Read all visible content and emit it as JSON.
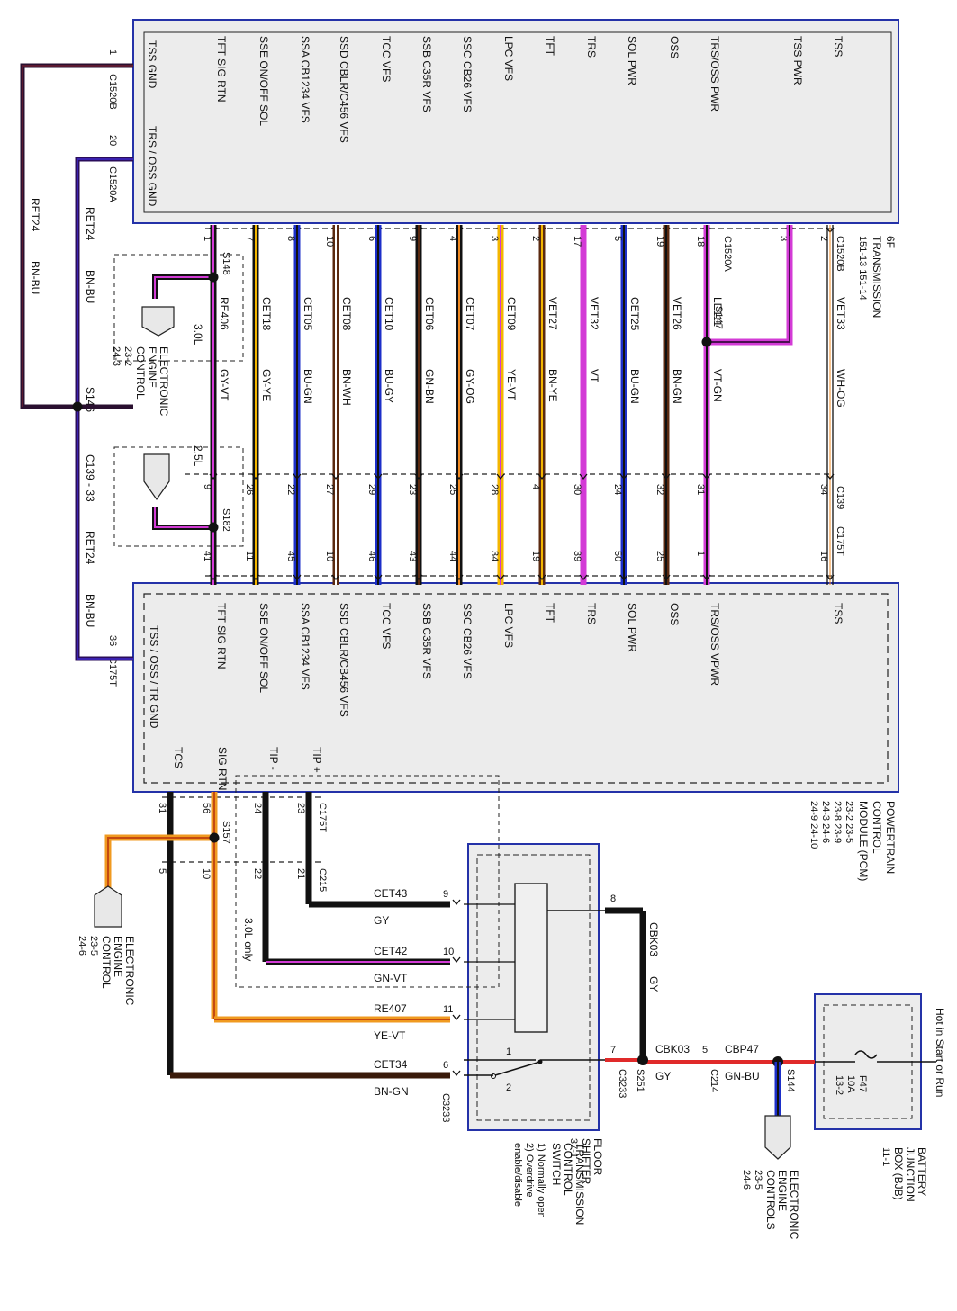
{
  "colors": {
    "BK": "#111111",
    "BU": "#1c2fc9",
    "BN": "#5b2a10",
    "GN": "#111111",
    "VT": "#d33bd6",
    "YE": "#f3b600",
    "GY": "#111111",
    "WH": "#ffffff",
    "RD": "#e02a2a",
    "OG": "#f08a22",
    "box_border": "#2432a8",
    "module_fill": "#ececec"
  },
  "transmission": {
    "title": "6F TRANSMISSION",
    "refs": [
      "151-13",
      "151-14"
    ],
    "side_pins": [
      {
        "pin": "1",
        "conn": "C1520B",
        "label": "TSS GND"
      },
      {
        "pin": "20",
        "conn": "C1520A",
        "label": "TRS / OSS GND"
      }
    ]
  },
  "pcm": {
    "title": "POWERTRAIN CONTROL MODULE (PCM)",
    "refs": [
      "23-2 23-5",
      "23-8 23-9",
      "24-3 24-6",
      "24-9 24-10"
    ],
    "side_pin": {
      "pin": "36",
      "conn": "C175T",
      "label": "TSS / OSS / TR GND"
    },
    "lower_pins": [
      {
        "label": "TCS",
        "pin": "31"
      },
      {
        "label": "SIG RTN",
        "pin": "56"
      },
      {
        "label": "TIP -",
        "pin": "24"
      },
      {
        "label": "TIP +",
        "pin": "23",
        "conn": "C175T"
      }
    ]
  },
  "connectors": {
    "trans_a": "C1520A",
    "trans_b": "C1520B",
    "c139": "C139",
    "c175t": "C175T",
    "c139_33": "C139 - 33",
    "c215": "C215",
    "c3233": "C3233",
    "c214": "C214"
  },
  "circuits": [
    {
      "top": "TFT SIG RTN",
      "bottom": "TFT SIG RTN",
      "p1": "1",
      "p2": "9",
      "p3": "41",
      "circuit": "RE406",
      "color": "GY-VT"
    },
    {
      "top": "SSE ON/OFF SOL",
      "bottom": "SSE ON/OFF SOL",
      "p1": "7",
      "p2": "26",
      "p3": "11",
      "circuit": "CET18",
      "color": "GY-YE"
    },
    {
      "top": "SSA CB1234 VFS",
      "bottom": "SSA CB1234 VFS",
      "p1": "8",
      "p2": "22",
      "p3": "45",
      "circuit": "CET05",
      "color": "BU-GN"
    },
    {
      "top": "SSD CBLR/C456 VFS",
      "bottom": "SSD CBLR/CB456 VFS",
      "p1": "10",
      "p2": "27",
      "p3": "10",
      "circuit": "CET08",
      "color": "BN-WH"
    },
    {
      "top": "TCC VFS",
      "bottom": "TCC VFS",
      "p1": "6",
      "p2": "29",
      "p3": "46",
      "circuit": "CET10",
      "color": "BU-GY"
    },
    {
      "top": "SSB C35R VFS",
      "bottom": "SSB C35R VFS",
      "p1": "9",
      "p2": "23",
      "p3": "43",
      "circuit": "CET06",
      "color": "GN-BN"
    },
    {
      "top": "SSC CB26 VFS",
      "bottom": "SSC CB26 VFS",
      "p1": "4",
      "p2": "25",
      "p3": "44",
      "circuit": "CET07",
      "color": "GY-OG"
    },
    {
      "top": "LPC VFS",
      "bottom": "LPC VFS",
      "p1": "3",
      "p2": "28",
      "p3": "34",
      "circuit": "CET09",
      "color": "YE-VT"
    },
    {
      "top": "TFT",
      "bottom": "TFT",
      "p1": "2",
      "p2": "4",
      "p3": "19",
      "circuit": "VET27",
      "color": "BN-YE"
    },
    {
      "top": "TRS",
      "bottom": "TRS",
      "p1": "17",
      "p2": "30",
      "p3": "39",
      "circuit": "VET32",
      "color": "VT"
    },
    {
      "top": "SOL PWR",
      "bottom": "SOL PWR",
      "p1": "5",
      "p2": "24",
      "p3": "50",
      "circuit": "CET25",
      "color": "BU-GN"
    },
    {
      "top": "OSS",
      "bottom": "OSS",
      "p1": "19",
      "p2": "32",
      "p3": "25",
      "circuit": "VET26",
      "color": "BN-GN"
    },
    {
      "top": "TRS/OSS PWR",
      "bottom": "TRS/OSS VPWR",
      "p1": "18",
      "p2": "31",
      "p3": "1",
      "circuit": "LE111",
      "color": "VT-GN"
    },
    {
      "top": "TSS PWR",
      "bottom": "",
      "p1": "3",
      "p2": "",
      "p3": "",
      "circuit": "",
      "color": ""
    },
    {
      "top": "TSS",
      "bottom": "TSS",
      "p1": "2",
      "p2": "34",
      "p3": "16",
      "circuit": "VET33",
      "color": "WH-OG"
    }
  ],
  "ground": {
    "circuit": "RET24",
    "color": "BN-BU",
    "splice": "S146",
    "circuit_b": "RET24",
    "color_b": "BN-BU",
    "circuit_c": "RET24",
    "color_c": "BN-BU"
  },
  "splices": {
    "s147": "S147",
    "s148": "S148",
    "s182": "S182",
    "s157": "S157",
    "s251": "S251",
    "s144": "S144"
  },
  "engine_notes": {
    "l30": "3.0L",
    "l25": "2.5L",
    "only": "3.0L only"
  },
  "ec_top": {
    "label": "ELECTRONIC ENGINE CONTROL",
    "refs": [
      "23-2",
      "24-3"
    ]
  },
  "ec_left": {
    "label": "ELECTRONIC ENGINE CONTROL",
    "refs": [
      "23-5",
      "24-6"
    ]
  },
  "ec_bottom": {
    "label": "ELECTRONIC ENGINE CONTROLS",
    "refs": [
      "23-5",
      "24-6"
    ]
  },
  "c215_pins": [
    "5",
    "10",
    "22",
    "21"
  ],
  "switch_wires": [
    {
      "circuit": "CET43",
      "color": "GY",
      "pin": "9"
    },
    {
      "circuit": "CET42",
      "color": "GN-VT",
      "pin": "10"
    },
    {
      "circuit": "RE407",
      "color": "YE-VT",
      "pin": "11"
    },
    {
      "circuit": "CET34",
      "color": "BN-GN",
      "pin": "6"
    }
  ],
  "tcs": {
    "title": "TRANSMISSION CONTROL SWITCH",
    "notes": [
      "1) Normally open",
      "2) Overdrive",
      "enable/disable"
    ],
    "pin8": "8",
    "pin7": "7",
    "sw1": "1",
    "sw2": "2",
    "cbk03a": "CBK03",
    "gya": "GY",
    "cbk03b": "CBK03",
    "gyb": "GY",
    "cbp47": "CBP47",
    "gnbu": "GN-BU",
    "c214pin": "5"
  },
  "floor_shifter": {
    "label": "FLOOR SHIFTER",
    "ref": "37-1"
  },
  "bjb": {
    "label": "BATTERY JUNCTION BOX (BJB)",
    "ref": "11-1",
    "hot": "Hot in Start or Run",
    "fuse": "F47",
    "amp": "10A",
    "fref": "13-2"
  }
}
